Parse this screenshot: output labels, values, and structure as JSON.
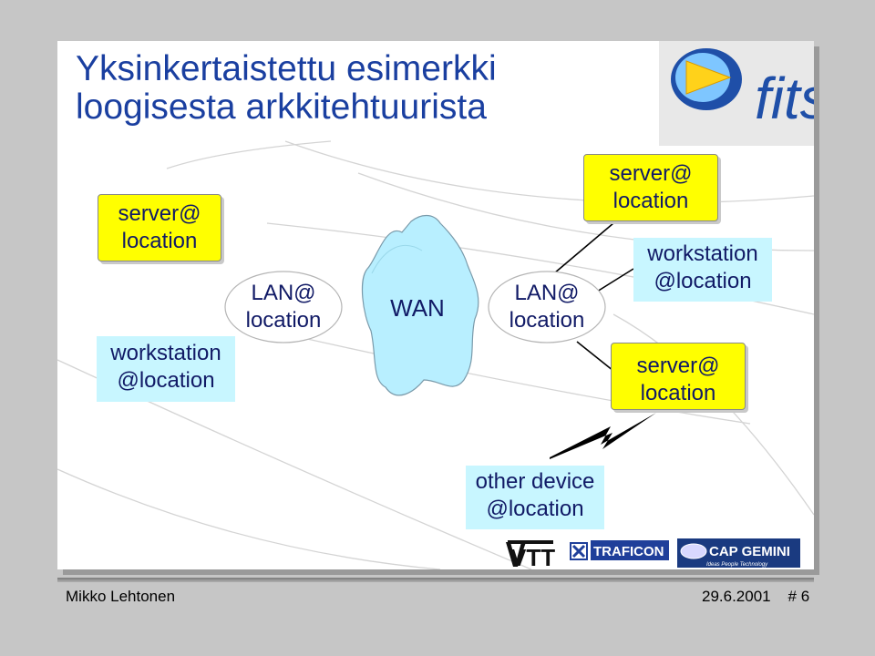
{
  "slide": {
    "title_line1": "Yksinkertaistettu esimerkki",
    "title_line2": "loogisesta arkkitehtuurista"
  },
  "nodes": {
    "server_left": {
      "line1": "server@",
      "line2": "location"
    },
    "workstation_left": {
      "line1": "workstation",
      "line2": "@location"
    },
    "lan_left": {
      "line1": "LAN@",
      "line2": "location"
    },
    "wan": {
      "label": "WAN"
    },
    "lan_right": {
      "line1": "LAN@",
      "line2": "location"
    },
    "server_top_right": {
      "line1": "server@",
      "line2": "location"
    },
    "workstation_right": {
      "line1": "workstation",
      "line2": "@location"
    },
    "server_bottom_right": {
      "line1": "server@",
      "line2": "location"
    },
    "other_device": {
      "line1": "other device",
      "line2": "@location"
    }
  },
  "logos": {
    "fits": "fits",
    "vtt": "VTT",
    "traficon": "TRAFICON",
    "capgemini": "CAP GEMINI",
    "capgemini_tagline": "Ideas People Technology"
  },
  "footer": {
    "author": "Mikko Lehtonen",
    "date_page": "29.6.2001    # 6"
  },
  "colors": {
    "title": "#1a3fa0",
    "server_box": "#ffff00",
    "workstation_box": "#c8f6ff",
    "cloud": "#b8efff",
    "node_text": "#111a66"
  }
}
